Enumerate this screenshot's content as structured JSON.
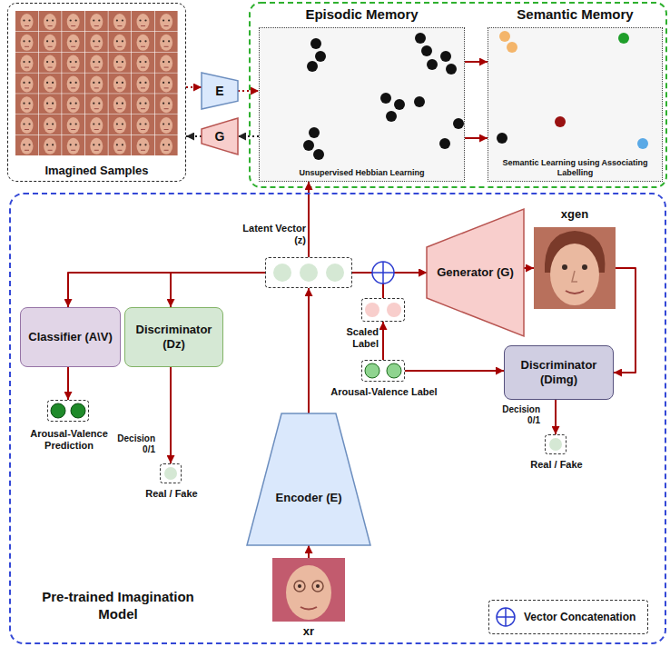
{
  "diagram": {
    "nodes": [
      {
        "text": [
          "Imagined Samples"
        ]
      },
      {
        "text": [
          "E"
        ]
      },
      {
        "text": [
          "G"
        ]
      },
      {
        "text": [
          "Episodic Memory",
          "Unsupervised Hebbian Learning"
        ]
      },
      {
        "text": [
          "Semantic Memory",
          "Semantic Learning using Associating Labelling"
        ]
      },
      {
        "text": [
          "Pre-trained Imagination Model"
        ]
      },
      {
        "text": [
          "Classifier (A\\V)"
        ],
        "in": 5
      },
      {
        "text": [
          "Discriminator (Dz)"
        ],
        "in": 5
      },
      {
        "text": [
          "Latent Vector (z)"
        ],
        "in": 5
      },
      {
        "text": [
          "Encoder (E)"
        ],
        "in": 5
      },
      {
        "text": [
          "Scaled Label"
        ],
        "in": 5
      },
      {
        "text": [
          "Arousal-Valence Label"
        ],
        "in": 5
      },
      {
        "text": [
          "Generator (G)"
        ],
        "in": 5
      },
      {
        "text": [
          "xgen"
        ],
        "in": 5
      },
      {
        "text": [
          "Discriminator (Dimg)"
        ],
        "in": 5
      },
      {
        "text": [
          "Decision 0/1",
          "Real / Fake"
        ],
        "in": 5
      },
      {
        "text": [
          "Arousal-Valence Prediction"
        ],
        "in": 5
      },
      {
        "text": [
          "Decision 0/1",
          "Real / Fake"
        ],
        "in": 5
      },
      {
        "text": [
          "xr"
        ],
        "in": 5
      }
    ],
    "edges": [
      {
        "from": 0,
        "to": 1,
        "arrow": "to"
      },
      {
        "from": 1,
        "to": 3,
        "arrow": "to"
      },
      {
        "from": 3,
        "to": 2,
        "arrow": "to"
      },
      {
        "from": 2,
        "to": 0,
        "arrow": "to"
      },
      {
        "from": 3,
        "to": 4,
        "arrow": "to"
      },
      {
        "from": 3,
        "to": 4,
        "arrow": "to"
      },
      {
        "from": 18,
        "to": 9,
        "arrow": "to"
      },
      {
        "from": 9,
        "to": 8,
        "arrow": "to"
      },
      {
        "from": 8,
        "to": 3,
        "arrow": "to"
      },
      {
        "from": 8,
        "to": 6,
        "arrow": "to"
      },
      {
        "from": 8,
        "to": 7,
        "arrow": "to"
      },
      {
        "from": 8,
        "to": 12,
        "arrow": "to"
      },
      {
        "from": 11,
        "to": 10,
        "arrow": "to"
      },
      {
        "from": 10,
        "to": 12,
        "arrow": "to"
      },
      {
        "from": 12,
        "to": 13,
        "arrow": "to"
      },
      {
        "from": 13,
        "to": 14,
        "arrow": "to"
      },
      {
        "from": 11,
        "to": 14,
        "arrow": "to"
      },
      {
        "from": 14,
        "to": 15,
        "arrow": "to"
      },
      {
        "from": 6,
        "to": 16,
        "arrow": "to"
      },
      {
        "from": 7,
        "to": 17,
        "arrow": "to"
      }
    ],
    "legend": [
      {
        "text": "Vector Concatenation"
      }
    ]
  }
}
